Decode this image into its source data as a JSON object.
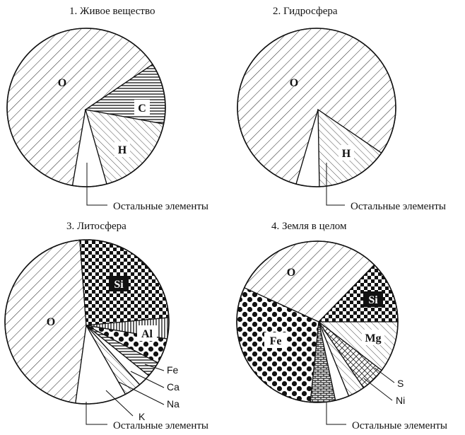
{
  "chart_data": [
    {
      "type": "pie",
      "title": "1. Живое вещество",
      "slices": [
        {
          "label": "O",
          "value": 62,
          "pattern": "hatch"
        },
        {
          "label": "C",
          "value": 10,
          "pattern": "hlines"
        },
        {
          "label": "H",
          "value": 18,
          "pattern": "hatch-fine"
        },
        {
          "label": "",
          "value": 10,
          "pattern": "blank"
        }
      ],
      "annotations": [
        "Остальные элементы"
      ]
    },
    {
      "type": "pie",
      "title": "2. Гидросфера",
      "slices": [
        {
          "label": "O",
          "value": 82,
          "pattern": "hatch"
        },
        {
          "label": "H",
          "value": 11,
          "pattern": "hatch-fine"
        },
        {
          "label": "",
          "value": 7,
          "pattern": "blank"
        }
      ],
      "annotations": [
        "Остальные элементы"
      ]
    },
    {
      "type": "pie",
      "title": "3. Литосфера",
      "slices": [
        {
          "label": "O",
          "value": 47,
          "pattern": "hatch"
        },
        {
          "label": "Si",
          "value": 26,
          "pattern": "checker"
        },
        {
          "label": "Al",
          "value": 8,
          "pattern": "vlines"
        },
        {
          "label": "Fe",
          "value": 5,
          "pattern": "dots"
        },
        {
          "label": "Ca",
          "value": 3.5,
          "pattern": "hlines"
        },
        {
          "label": "Na",
          "value": 2.5,
          "pattern": "blank"
        },
        {
          "label": "K",
          "value": 2.5,
          "pattern": "hatch-fine"
        },
        {
          "label": "",
          "value": 5.5,
          "pattern": "blank"
        }
      ],
      "annotations": [
        "Fe",
        "Ca",
        "Na",
        "K",
        "Остальные элементы"
      ]
    },
    {
      "type": "pie",
      "title": "4. Земля в целом",
      "slices": [
        {
          "label": "O",
          "value": 30,
          "pattern": "hatch"
        },
        {
          "label": "Si",
          "value": 15,
          "pattern": "checker"
        },
        {
          "label": "Mg",
          "value": 13,
          "pattern": "hatch-fine"
        },
        {
          "label": "S",
          "value": 3,
          "pattern": "crosshatch"
        },
        {
          "label": "Ni",
          "value": 3,
          "pattern": "hatch-fine"
        },
        {
          "label": "",
          "value": 2,
          "pattern": "blank"
        },
        {
          "label": "",
          "value": 3,
          "pattern": "brick"
        },
        {
          "label": "Fe",
          "value": 31,
          "pattern": "dots"
        }
      ],
      "annotations": [
        "S",
        "Ni",
        "Остальные элементы"
      ]
    }
  ]
}
